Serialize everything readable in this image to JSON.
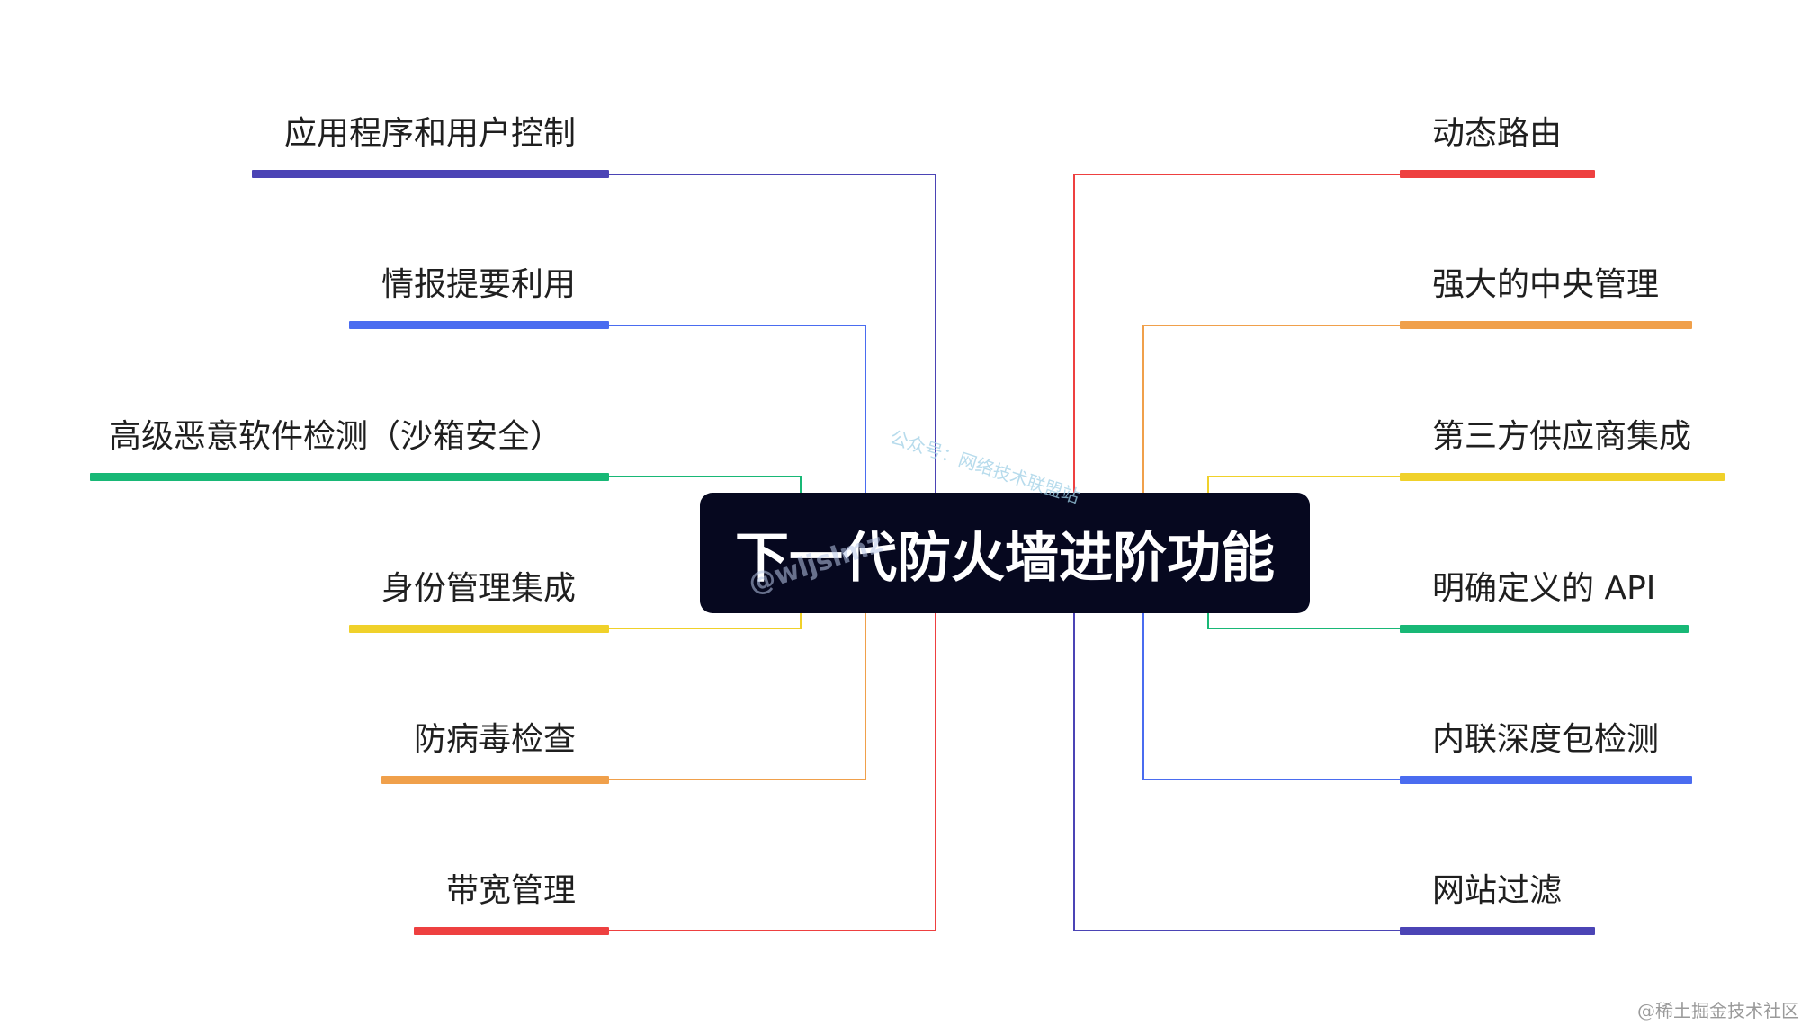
{
  "center": {
    "title": "下一代防火墙进阶功能"
  },
  "left_branches": [
    {
      "label": "应用程序和用户控制",
      "color": "#4b44b5"
    },
    {
      "label": "情报提要利用",
      "color": "#4a6cf0"
    },
    {
      "label": "高级恶意软件检测（沙箱安全）",
      "color": "#18b876"
    },
    {
      "label": "身份管理集成",
      "color": "#f0d12a"
    },
    {
      "label": "防病毒检查",
      "color": "#f0a04b"
    },
    {
      "label": "带宽管理",
      "color": "#ee4040"
    }
  ],
  "right_branches": [
    {
      "label": "动态路由",
      "color": "#ee4040"
    },
    {
      "label": "强大的中央管理",
      "color": "#f0a04b"
    },
    {
      "label": "第三方供应商集成",
      "color": "#f0d12a"
    },
    {
      "label": "明确定义的 API",
      "color": "#18b876"
    },
    {
      "label": "内联深度包检测",
      "color": "#4a6cf0"
    },
    {
      "label": "网站过滤",
      "color": "#4b44b5"
    }
  ],
  "watermark": {
    "text": "公众号：网络技术联盟站",
    "handle": "@wljslmz"
  },
  "footer": {
    "text": "@稀土掘金技术社区"
  },
  "colors": {
    "center_box": "#06081f",
    "background": "#ffffff"
  }
}
